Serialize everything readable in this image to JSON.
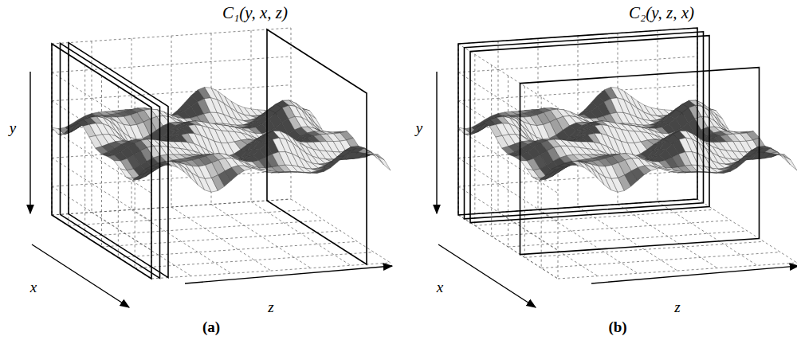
{
  "diagram": {
    "labels": [
      "C₁(y, x, z)",
      "y",
      "x",
      "z",
      "(a)",
      "C₂(y, z, x)",
      "y",
      "x",
      "z",
      "(b)"
    ]
  }
}
